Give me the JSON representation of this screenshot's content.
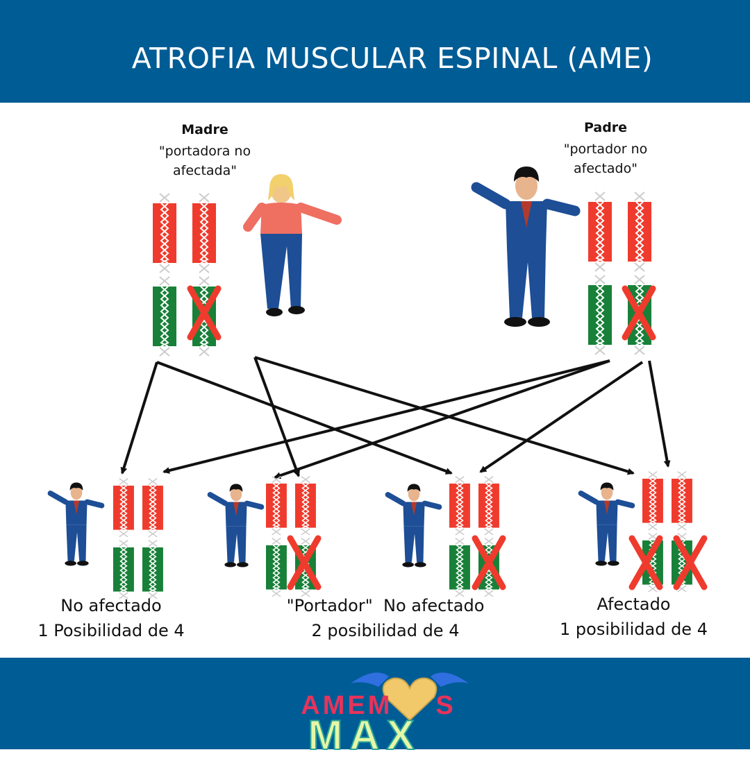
{
  "title": "ATROFIA MUSCULAR ESPINAL (AME)",
  "parents": {
    "mother": {
      "name": "Madre",
      "desc": "\"portadora no afectada\""
    },
    "father": {
      "name": "Padre",
      "desc": "\"portador no afectado\""
    }
  },
  "outcomes": {
    "unaffected": {
      "status": "No afectado",
      "chance": "1 Posibilidad de 4"
    },
    "carrier": {
      "status": "\"Portador\"  No afectado",
      "chance": "2 posibilidad de 4"
    },
    "affected": {
      "status": "Afectado",
      "chance": "1 posibilidad de 4"
    }
  },
  "logo": {
    "line1_left": "AMEM",
    "line1_right": "S",
    "line2": "MAX"
  },
  "colors": {
    "header": "#005c95",
    "normal_gene": "#ef3b2d",
    "paired_gene": "#188038",
    "mutation_mark": "#ef3b2d"
  }
}
